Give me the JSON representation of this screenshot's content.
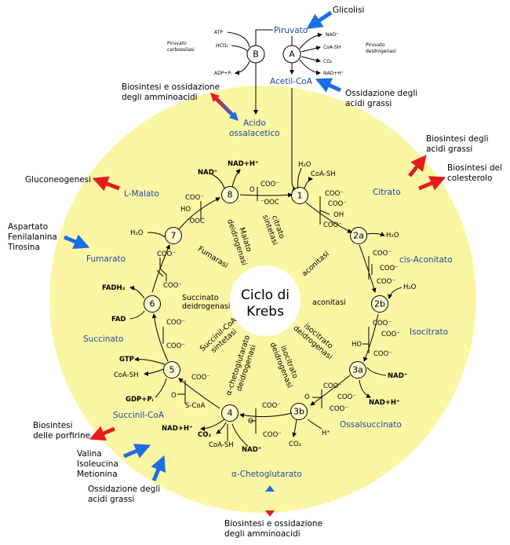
{
  "title": {
    "line1": "Ciclo di",
    "line2": "Krebs"
  },
  "top": {
    "glicolisi": "Glicolisi",
    "piruvato": "Piruvato",
    "acetil_coa": "Acetil-CoA",
    "ossidazione_ag": [
      "Ossidazione degli",
      "acidi grassi"
    ],
    "biosintesi_aa": [
      "Biosintesi e ossidazione",
      "degli amminoacidi"
    ],
    "acido_ossalacetico": [
      "Acido",
      "ossalacetico"
    ],
    "enzyme_b": "B",
    "enzyme_a": "A",
    "piruvato_carbossilasi": [
      "Piruvato",
      "carbossilasi"
    ],
    "piruvato_deidrogenasi": [
      "Piruvato",
      "deidrogenasi"
    ],
    "b_inputs": [
      "ATP",
      "HCO₃⁻",
      "ADP+Pᵢ"
    ],
    "a_io": [
      "NAD⁺",
      "CoA-SH",
      "CO₂",
      "NAD+H⁺"
    ]
  },
  "outside": {
    "gluconeogenesi": "Gluconeogenesi",
    "aa_list": [
      "Aspartato",
      "Fenilalanina",
      "Tirosina"
    ],
    "biosintesi_ag": [
      "Biosintesi degli",
      "acidi grassi"
    ],
    "biosintesi_colesterolo": [
      "Biosintesi del",
      "colesterolo"
    ],
    "biosintesi_porfirine": [
      "Biosintesi",
      "delle porfirine"
    ],
    "aa_list2": [
      "Valina",
      "Isoleucina",
      "Metionina"
    ],
    "ossidazione_ag2": [
      "Ossidazione degli",
      "acidi grassi"
    ],
    "biosintesi_aa_bottom": [
      "Biosintesi e ossidazione",
      "degli amminoacidi"
    ]
  },
  "metabolites": {
    "citrato": "Citrato",
    "cis_aconitato": "cis-Aconitato",
    "isocitrato": "Isocitrato",
    "ossalsuccinato": "Ossalsuccinato",
    "chetoglutarato": "α-Chetoglutarato",
    "succinil_coa": "Succinil-CoA",
    "succinato": "Succinato",
    "fumarato": "Fumarato",
    "malato": "L-Malato"
  },
  "steps": [
    "1",
    "2a",
    "2b",
    "3a",
    "3b",
    "4",
    "5",
    "6",
    "7",
    "8"
  ],
  "enzymes": {
    "citrato_sintetasi": [
      "citrato",
      "sintetasi"
    ],
    "aconitasi1": "aconitasi",
    "aconitasi2": "aconitasi",
    "isocitrato_deidrogenasi1": [
      "isocitrato",
      "deidrogenasi"
    ],
    "isocitrato_deidrogenasi2": [
      "isocitrato",
      "deidrogenasi"
    ],
    "chetoglutarato_deidrogenasi": [
      "α-chetoglutarato",
      "deidrogenasi"
    ],
    "succinil_coa_sintetasi": [
      "Succinil-CoA",
      "sintetasi"
    ],
    "succinato_deidrogenasi": [
      "Succinato",
      "deidrogenasi"
    ],
    "fumarasi": "Fumarasi",
    "malato_deidrogenasi": [
      "Malato",
      "deidrogenasi"
    ]
  },
  "cofactors": {
    "h2o_1": "H₂O",
    "coa_sh_1": "CoA-SH",
    "h2o_2a": "H₂O",
    "h2o_2b": "H₂O",
    "nad_3a": "NAD⁺",
    "nadh_3a": "NAD+H⁺",
    "h_3b": "H⁺",
    "co2_3b": "CO₂",
    "nadh_4": "NAD+H⁺",
    "co2_4": "CO₂",
    "coa_sh_4": "CoA-SH",
    "nad_4": "NAD⁺",
    "gtp_5": "GTP",
    "coa_sh_5": "CoA-SH",
    "gdp_5": "GDP+Pᵢ",
    "s_coa_5": "S-CoA",
    "fadh2_6": "FADH₂",
    "fad_6": "FAD",
    "h2o_7": "H₂O",
    "nad_8": "NAD⁺",
    "nadh_8": "NAD+H⁺"
  },
  "chem": {
    "coo": "COO⁻",
    "coo_l": "⁻OOC",
    "oh": "OH",
    "ho": "HO"
  },
  "colors": {
    "circle": "#fbf6a3",
    "label_blue": "#1f4aa0",
    "arrow_blue": "#1b6fe6",
    "arrow_red": "#e81b1b"
  }
}
